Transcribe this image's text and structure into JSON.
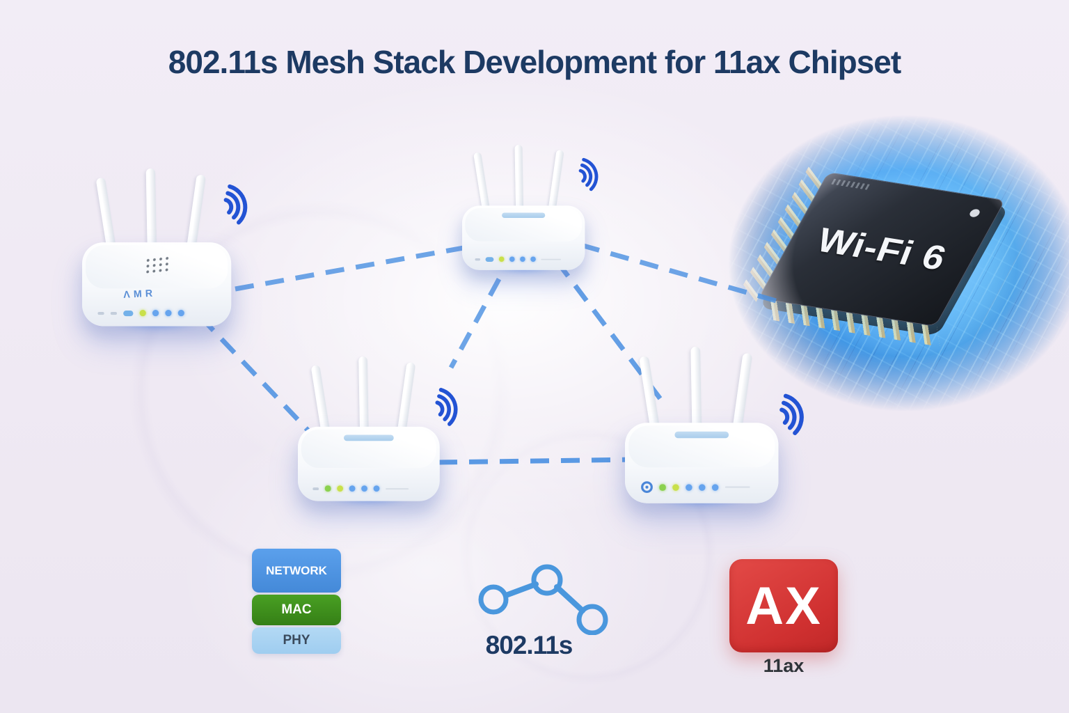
{
  "title": "802.11s Mesh Stack Development for 11ax Chipset",
  "chip": {
    "label": "Wi-Fi 6"
  },
  "routers": {
    "top_left": {
      "logo": "ΛMR"
    },
    "top_center": {},
    "bottom_left": {},
    "bottom_right": {}
  },
  "protocol_stack": {
    "layers": [
      {
        "label": "NETWORK",
        "color": "#4f94e3"
      },
      {
        "label": "MAC",
        "color": "#3e8f1e"
      },
      {
        "label": "PHY",
        "color": "#a9d2ef"
      }
    ]
  },
  "mesh_standard": {
    "label": "802.11s"
  },
  "ax_badge": {
    "label": "AX",
    "caption": "11ax",
    "color": "#cf3030"
  },
  "colors": {
    "background": "#efe9f3",
    "title_text": "#1d3a63",
    "mesh_link": "#4a90e2",
    "wifi_signal": "#2353d4",
    "chip_body": "#23272e",
    "chip_pins": "#d9b269"
  }
}
